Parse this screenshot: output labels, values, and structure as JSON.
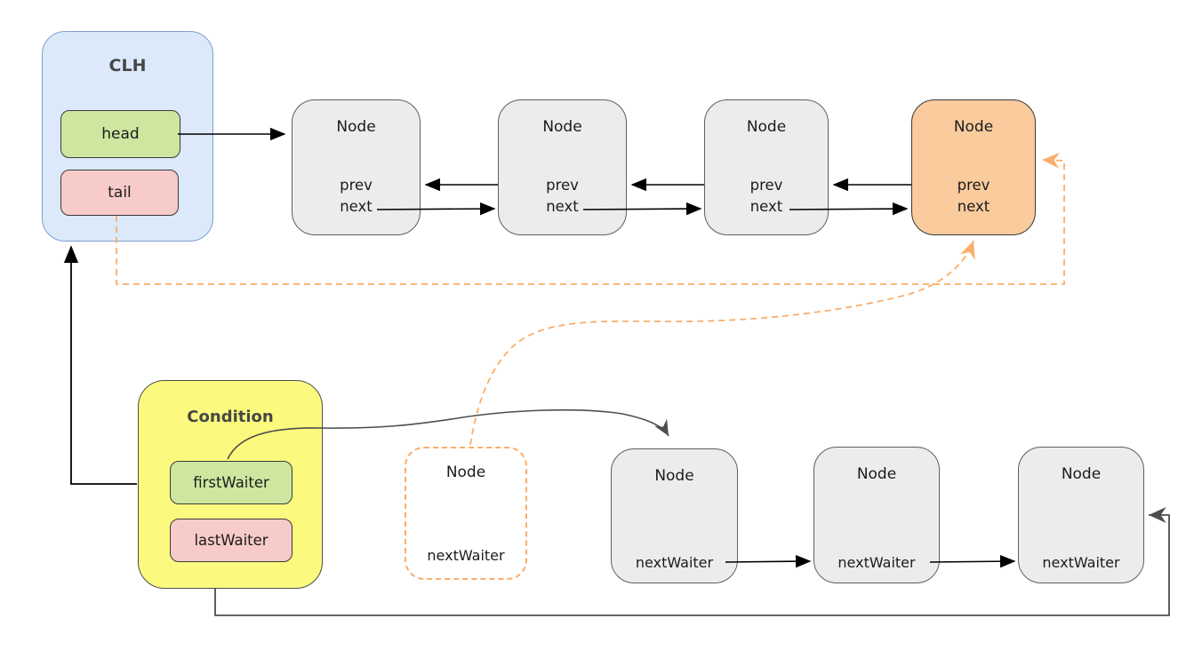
{
  "diagram": {
    "clh": {
      "title": "CLH",
      "head_label": "head",
      "tail_label": "tail"
    },
    "condition": {
      "title": "Condition",
      "first_waiter_label": "firstWaiter",
      "last_waiter_label": "lastWaiter"
    },
    "sync_queue_nodes": [
      {
        "title": "Node",
        "field_prev": "prev",
        "field_next": "next"
      },
      {
        "title": "Node",
        "field_prev": "prev",
        "field_next": "next"
      },
      {
        "title": "Node",
        "field_prev": "prev",
        "field_next": "next"
      },
      {
        "title": "Node",
        "field_prev": "prev",
        "field_next": "next"
      }
    ],
    "pending_node": {
      "title": "Node",
      "field": "nextWaiter"
    },
    "condition_queue_nodes": [
      {
        "title": "Node",
        "field": "nextWaiter"
      },
      {
        "title": "Node",
        "field": "nextWaiter"
      },
      {
        "title": "Node",
        "field": "nextWaiter"
      }
    ],
    "colors": {
      "clh_fill": "#dce9fa",
      "clh_border": "#7e9fd0",
      "condition_fill": "#fbfa7e",
      "node_fill": "#ececec",
      "node_border": "#5f5f5f",
      "highlight_node_fill": "#f9cb9d",
      "head_fill": "#cde7a1",
      "tail_fill": "#f7cbc9",
      "dashed_accent": "#f9ae6b",
      "arrow_black": "#000000",
      "arrow_gray": "#4d4d4d"
    }
  }
}
